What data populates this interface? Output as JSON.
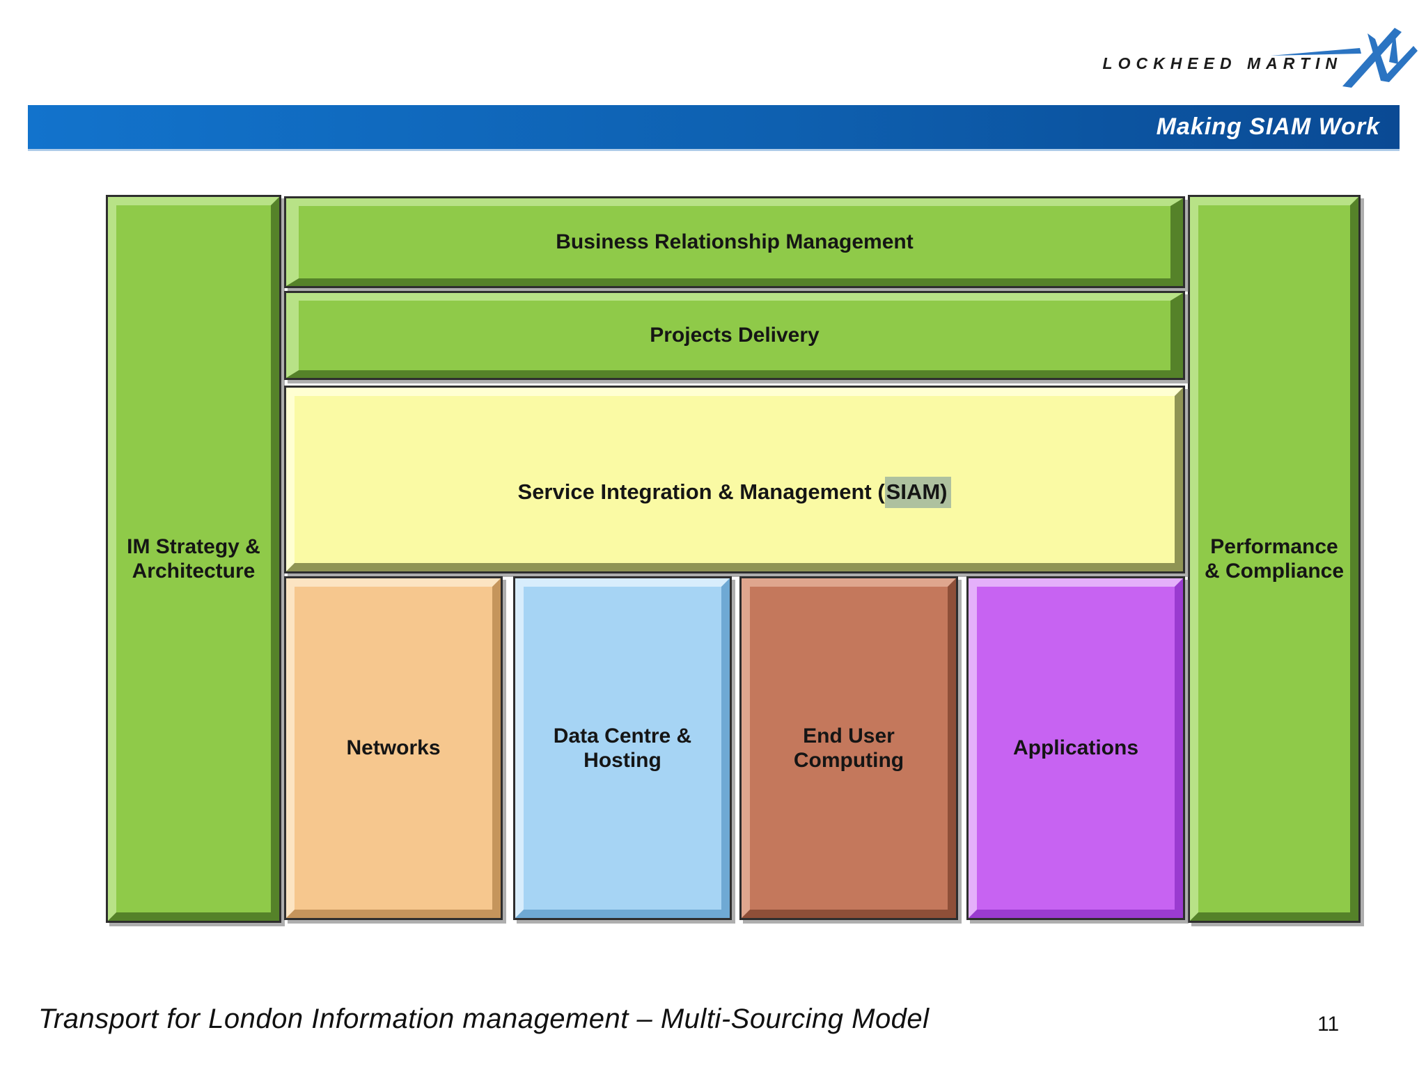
{
  "logo": {
    "text": "LOCKHEED MARTIN"
  },
  "banner": {
    "title": "Making SIAM Work"
  },
  "palette": {
    "banner": {
      "left": "#1273cc",
      "right": "#0a4a94"
    },
    "green": {
      "fill": "#8fca49",
      "light": "#b8e287",
      "dark": "#558229"
    },
    "yellow": {
      "fill": "#fafaa4",
      "light": "#ffffd2",
      "dark": "#8f9454",
      "hl": "#aec19f"
    },
    "orange": {
      "fill": "#f6c78e",
      "light": "#fce4c2",
      "dark": "#c5955c"
    },
    "blue": {
      "fill": "#a6d4f4",
      "light": "#d8edfc",
      "dark": "#6fa9d4"
    },
    "rust": {
      "fill": "#c4785c",
      "light": "#dfa68e",
      "dark": "#8e4f38"
    },
    "purple": {
      "fill": "#c763f2",
      "light": "#e4b0fa",
      "dark": "#9a3bd0"
    }
  },
  "diagram": {
    "left_pillar": {
      "label": "IM Strategy &\nArchitecture"
    },
    "right_pillar": {
      "label": "Performance\n& Compliance"
    },
    "brm": {
      "label": "Business Relationship Management"
    },
    "projects": {
      "label": "Projects Delivery"
    },
    "siam": {
      "prefix": "Service Integration & Management (",
      "highlight": "SIAM)"
    },
    "towers": [
      {
        "label": "Networks"
      },
      {
        "label": "Data Centre &\nHosting"
      },
      {
        "label": "End User\nComputing"
      },
      {
        "label": "Applications"
      }
    ]
  },
  "footer": {
    "caption": "Transport for London Information management – Multi-Sourcing Model",
    "page_number": "11"
  }
}
